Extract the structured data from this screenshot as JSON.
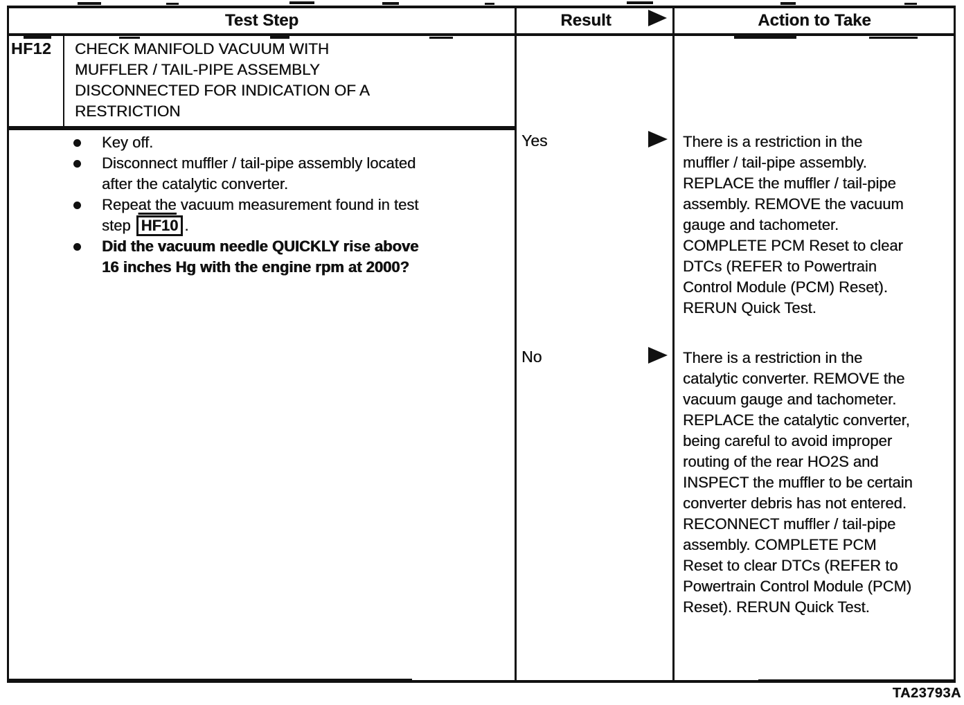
{
  "colors": {
    "ink": "#111111",
    "paper": "#ffffff"
  },
  "header": {
    "test_step": "Test Step",
    "result": "Result",
    "action": "Action to Take"
  },
  "step": {
    "id": "HF12",
    "title_lines": [
      "CHECK MANIFOLD VACUUM WITH",
      "MUFFLER / TAIL-PIPE ASSEMBLY",
      "DISCONNECTED FOR INDICATION OF A",
      "RESTRICTION"
    ],
    "bullets": {
      "b1": "Key off.",
      "b2": "Disconnect muffler / tail-pipe assembly located after the catalytic converter.",
      "b3": {
        "pre1": "Repe",
        "underlined": "at the",
        "pre2": " vacuum measurement found in test",
        "line2": "step",
        "boxed_ref": "HF10",
        "post": "."
      },
      "b4_line1": "Did the vacuum needle QUICKLY rise above",
      "b4_line2": "16 inches Hg with the engine rpm at 2000?"
    }
  },
  "results": {
    "yes": {
      "label": "Yes",
      "action": "There is a restriction in the muffler / tail-pipe assembly. REPLACE the muffler / tail-pipe assembly. REMOVE the vacuum gauge and tachometer. COMPLETE PCM Reset to clear DTCs (REFER to Powertrain Control Module (PCM) Reset). RERUN Quick Test."
    },
    "no": {
      "label": "No",
      "action": "There is a restriction in the catalytic converter. REMOVE the vacuum gauge and tachometer. REPLACE the catalytic converter, being careful to avoid improper routing of the rear HO2S and INSPECT the muffler to be certain converter debris has not entered. RECONNECT muffler / tail-pipe assembly. COMPLETE PCM Reset to clear DTCs (REFER to Powertrain Control Module (PCM) Reset). RERUN Quick Test."
    }
  },
  "footer": {
    "figure_code": "TA23793A"
  }
}
